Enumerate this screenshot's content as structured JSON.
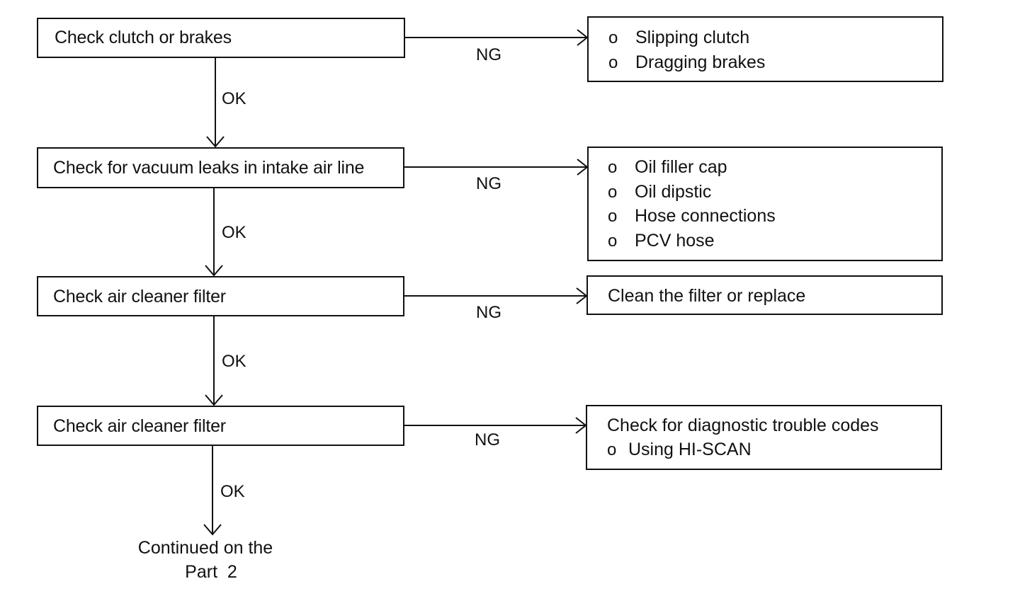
{
  "steps": [
    {
      "label": "Check clutch or brakes"
    },
    {
      "label": "Check for vacuum leaks in intake air line"
    },
    {
      "label": "Check air cleaner filter"
    },
    {
      "label": "Check air cleaner filter"
    }
  ],
  "edge_labels": {
    "ok": "OK",
    "ng": "NG"
  },
  "bullet_marker": "o",
  "results": [
    {
      "heading": "",
      "bullets": [
        "Slipping clutch",
        "Dragging brakes"
      ]
    },
    {
      "heading": "",
      "bullets": [
        "Oil filler cap",
        "Oil dipstic",
        "Hose connections",
        "PCV hose"
      ]
    },
    {
      "heading": "Clean the filter or replace",
      "bullets": []
    },
    {
      "heading": "Check for diagnostic trouble codes",
      "bullets": [
        "Using HI-SCAN"
      ]
    }
  ],
  "continuation": {
    "line1": "Continued on the",
    "line2": "Part  2"
  }
}
